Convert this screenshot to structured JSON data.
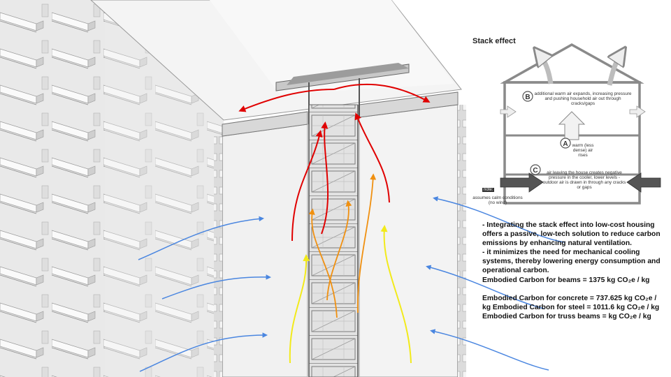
{
  "stack_diagram": {
    "title": "Stack effect",
    "label_b": "B",
    "text_b": "additional warm air expands, increasing pressure and pushing household air out through cracks/gaps",
    "label_a": "A",
    "text_a": "warm (less dense) air rises",
    "label_c": "C",
    "text_c": "air leaving the house creates negative pressure in the cooler, lower levels - outdoor air is drawn in through any cracks or gaps",
    "note_label": "note:",
    "note_text": "assumes calm conditions (no wind)"
  },
  "description": {
    "line1": "-  Integrating the stack effect into low-cost housing offers a passive, low-tech solution to reduce carbon emissions by enhancing natural ventilation.",
    "line2": " - it minimizes the need for mechanical cooling systems, thereby lowering energy consumption and operational carbon.",
    "line3": " Embodied Carbon for beams = 1375 kg CO₂e / kg",
    "line4": "Embodied Carbon for concrete  = 737.625 kg CO₂e / kg Embodied Carbon for steel  = 1011.6 kg  CO₂e / kg Embodied Carbon for truss beams =  kg  CO₂e / kg"
  },
  "colors": {
    "hot_air": "#e00000",
    "warm_air": "#f09010",
    "rising_air": "#f2ea1a",
    "cool_air": "#4a86e0",
    "building": "#f1f1f1",
    "line": "#777777"
  }
}
